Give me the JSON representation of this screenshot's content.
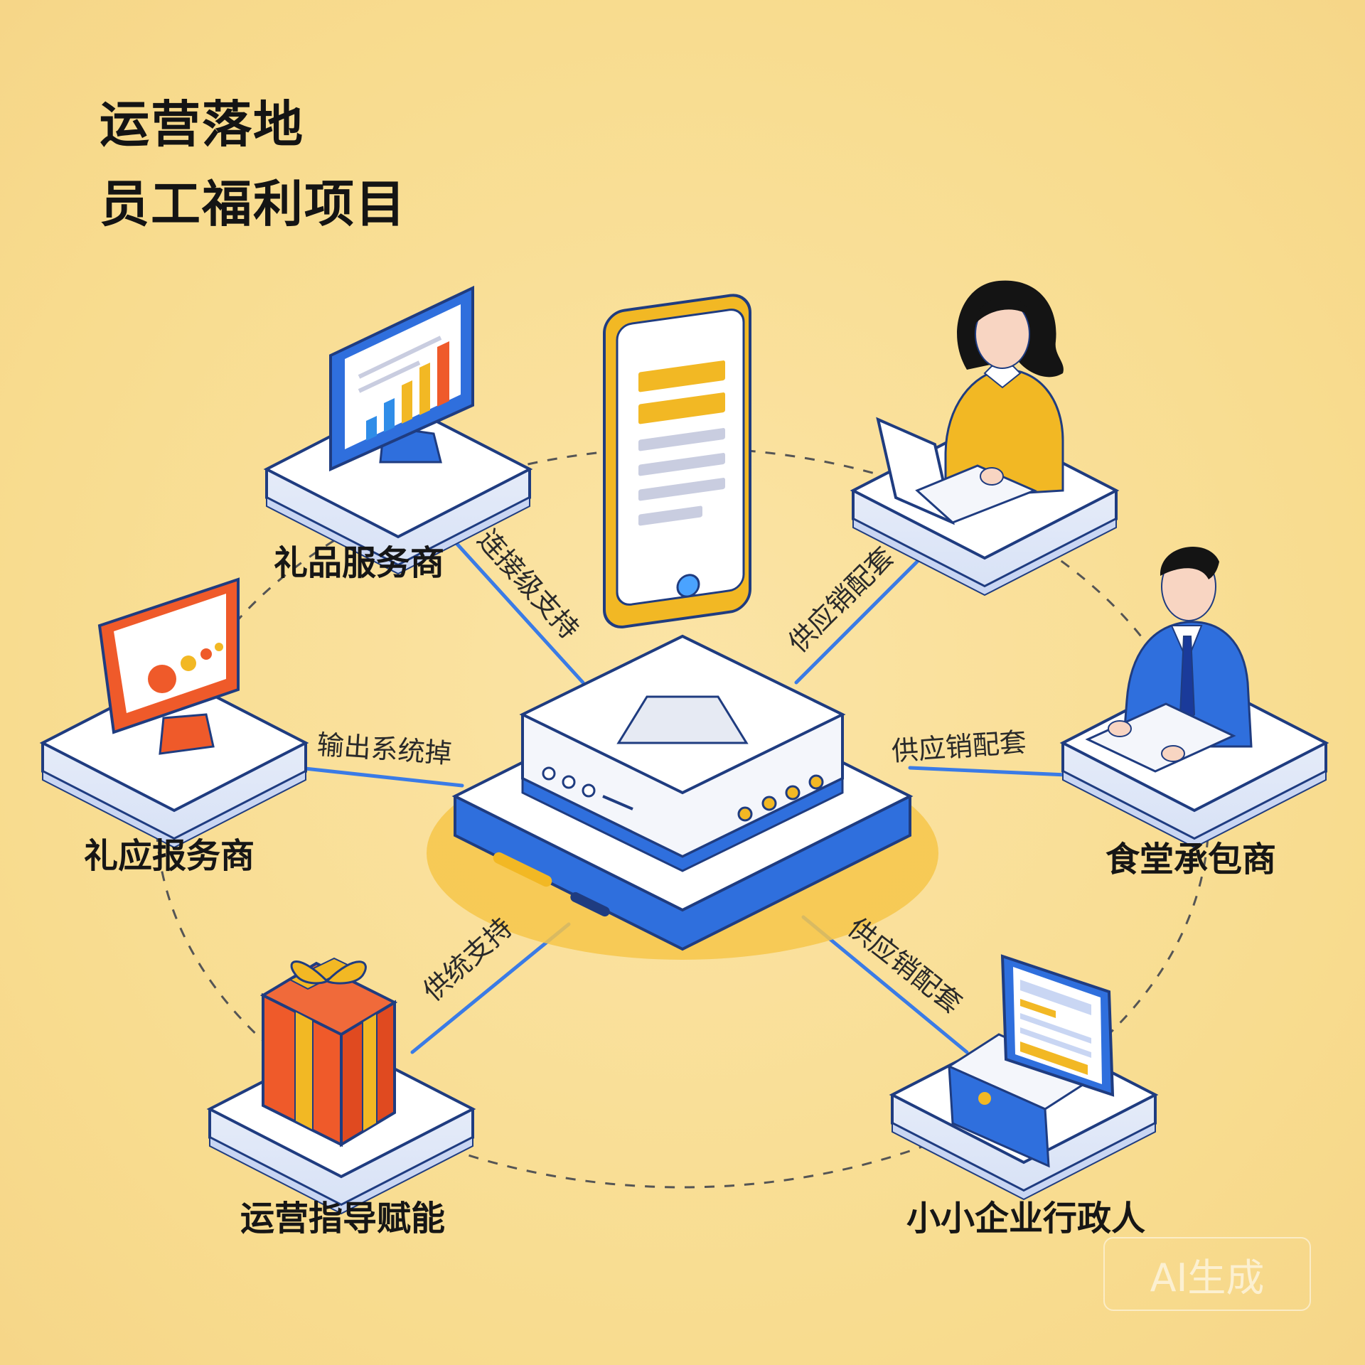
{
  "title": {
    "line1": "运营落地",
    "line2": "员工福利项目"
  },
  "nodes": {
    "top_left": "礼品服务商",
    "mid_left": "礼应报务商",
    "bottom_left": "运营指导赋能",
    "top_right_person": "",
    "mid_right": "食堂承包商",
    "bottom_right": "小小企业行政人"
  },
  "edges": {
    "top_left": "连接级支持",
    "mid_left": "输出系统掉",
    "bottom_left": "供统支持",
    "top_right": "供应销配套",
    "mid_right": "供应销配套",
    "bottom_right": "供应销配套"
  },
  "watermark": "AI生成",
  "colors": {
    "background": "#f8dd92",
    "primary_blue": "#2f6fdd",
    "accent_yellow": "#f2b824",
    "accent_orange": "#ef5a2a",
    "platform_white": "#ffffff",
    "line_blue": "#3a7be6",
    "dashed_ring": "#555555"
  },
  "icons": [
    "monitor-bar-chart-icon",
    "monitor-dots-icon",
    "gift-box-icon",
    "woman-laptop-icon",
    "man-keyboard-icon",
    "tablet-keyboard-icon",
    "central-phone-hub-icon"
  ]
}
